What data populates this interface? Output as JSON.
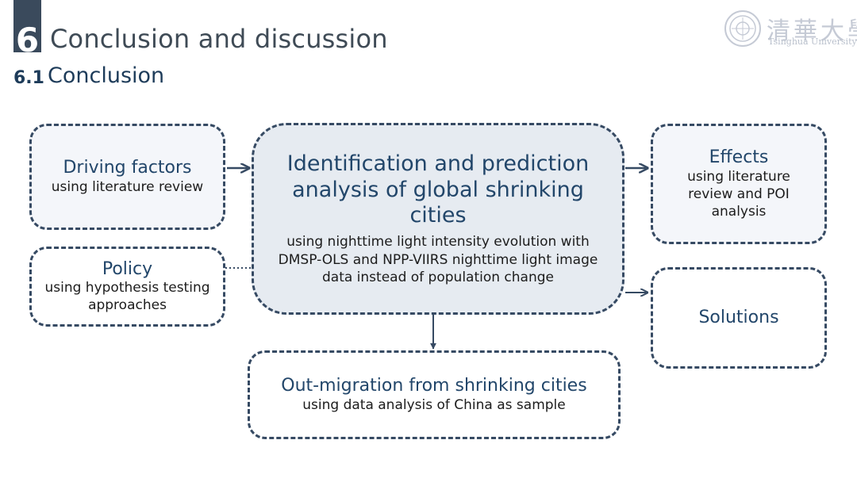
{
  "header": {
    "section_number": "6",
    "title": "Conclusion and discussion",
    "subsection_number": "6.1",
    "subsection_title": "Conclusion"
  },
  "logo": {
    "chinese": "清華大學",
    "english": "Tsinghua University"
  },
  "diagram": {
    "center": {
      "title": "Identification and prediction analysis of global shrinking cities",
      "description": "using nighttime light intensity evolution with DMSP-OLS and NPP-VIIRS nighttime light image data instead of population change"
    },
    "driving_factors": {
      "title": "Driving factors",
      "description": "using literature review"
    },
    "policy": {
      "title": "Policy",
      "description": "using hypothesis testing approaches"
    },
    "effects": {
      "title": "Effects",
      "description": "using literature review and POI analysis"
    },
    "solutions": {
      "title": "Solutions"
    },
    "out_migration": {
      "title": "Out-migration from shrinking cities",
      "description": "using data analysis of China as sample"
    }
  },
  "colors": {
    "border": "#364a63",
    "heading": "#22466a",
    "center_fill": "#e6ebf1",
    "header_block": "#3a4a5c"
  }
}
